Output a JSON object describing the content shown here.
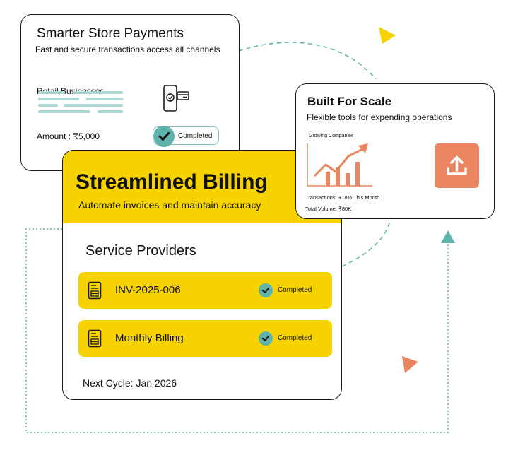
{
  "card_payments": {
    "title": "Smarter Store Payments",
    "subtitle": "Fast and secure transactions access all channels",
    "segment": "Retail Businesses",
    "amount": "Amount : ₹5,000",
    "status": "Completed"
  },
  "card_billing": {
    "title": "Streamlined Billing",
    "subtitle": "Automate invoices and maintain accuracy",
    "section": "Service Providers",
    "items": [
      {
        "label": "INV-2025-006",
        "status": "Completed"
      },
      {
        "label": "Monthly Billing",
        "status": "Completed"
      }
    ],
    "next_cycle": "Next Cycle: Jan 2026"
  },
  "card_scale": {
    "title": "Built For Scale",
    "subtitle": "Flexible tools for expending operations",
    "chart_label": "Growing Companies",
    "transactions": "Transactions: +18% This Month",
    "total_volume": "Total Volume: ₹80K"
  },
  "colors": {
    "yellow": "#f5d200",
    "teal": "#5fb3ab",
    "orange": "#e98560"
  },
  "icons": {
    "phone": "phone-payment-icon",
    "check": "check-circle-icon",
    "document": "invoice-document-icon",
    "chart": "growth-chart-icon",
    "upload": "upload-icon"
  }
}
